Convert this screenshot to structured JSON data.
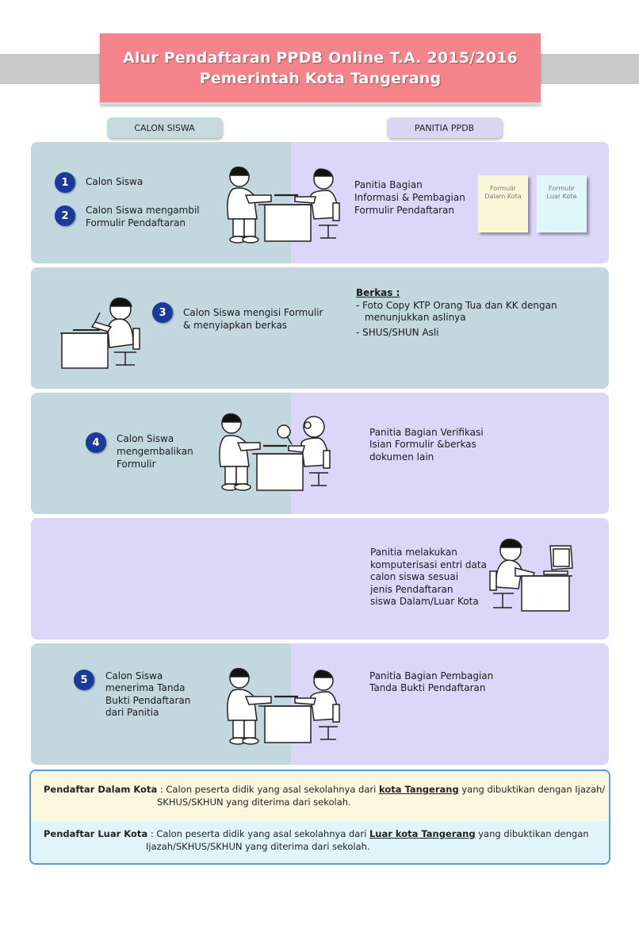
{
  "header": {
    "title_line1": "Alur Pendaftaran PPDB Online T.A. 2015/2016",
    "title_line2": "Pemerintah Kota Tangerang"
  },
  "columns": {
    "siswa": "CALON SISWA",
    "panitia": "PANITIA PPDB"
  },
  "steps": {
    "s1": {
      "num": "1",
      "text": "Calon Siswa"
    },
    "s2": {
      "num": "2",
      "text_l1": "Calon Siswa mengambil",
      "text_l2": "Formulir Pendaftaran"
    },
    "p1": {
      "l1": "Panitia Bagian",
      "l2": "Informasi & Pembagian",
      "l3": "Formulir Pendaftaran"
    },
    "forms": {
      "dalam_l1": "Formulir",
      "dalam_l2": "Dalam Kota",
      "luar_l1": "Formulir",
      "luar_l2": "Luar Kota"
    },
    "s3": {
      "num": "3",
      "text_l1": "Calon Siswa mengisi Formulir",
      "text_l2": "& menyiapkan berkas"
    },
    "berkas": {
      "title": "Berkas :",
      "item1_l1": "- Foto Copy KTP Orang Tua dan KK dengan",
      "item1_l2": "menunjukkan aslinya",
      "item2": "- SHUS/SHUN Asli"
    },
    "s4": {
      "num": "4",
      "l1": "Calon Siswa",
      "l2": "mengembalikan",
      "l3": "Formulir"
    },
    "p4": {
      "l1": "Panitia Bagian Verifikasi",
      "l2": "Isian Formulir &berkas",
      "l3": "dokumen lain"
    },
    "p_entry": {
      "l1": "Panitia melakukan",
      "l2": "komputerisasi entri data",
      "l3": "calon siswa sesuai",
      "l4": "jenis Pendaftaran",
      "l5": "siswa Dalam/Luar Kota"
    },
    "s5": {
      "num": "5",
      "l1": "Calon Siswa",
      "l2": "menerima Tanda",
      "l3": "Bukti Pendaftaran",
      "l4": "dari Panitia"
    },
    "p5": {
      "l1": "Panitia Bagian Pembagian",
      "l2": "Tanda Bukti Pendaftaran"
    }
  },
  "legend": {
    "dalam": {
      "term": "Pendaftar Dalam Kota",
      "pre": " : Calon peserta didik yang asal sekolahnya dari ",
      "em": "kota Tangerang",
      "post": "  yang dibuktikan dengan Ijazah/",
      "l2": "SKHUS/SKHUN yang diterima dari sekolah."
    },
    "luar": {
      "term": "Pendaftar Luar Kota",
      "pre": " : Calon peserta didik yang asal sekolahnya dari ",
      "em": "Luar kota Tangerang",
      "post": "  yang dibuktikan dengan",
      "l2": "Ijazah/SKHUS/SKHUN yang diterima dari sekolah."
    }
  }
}
